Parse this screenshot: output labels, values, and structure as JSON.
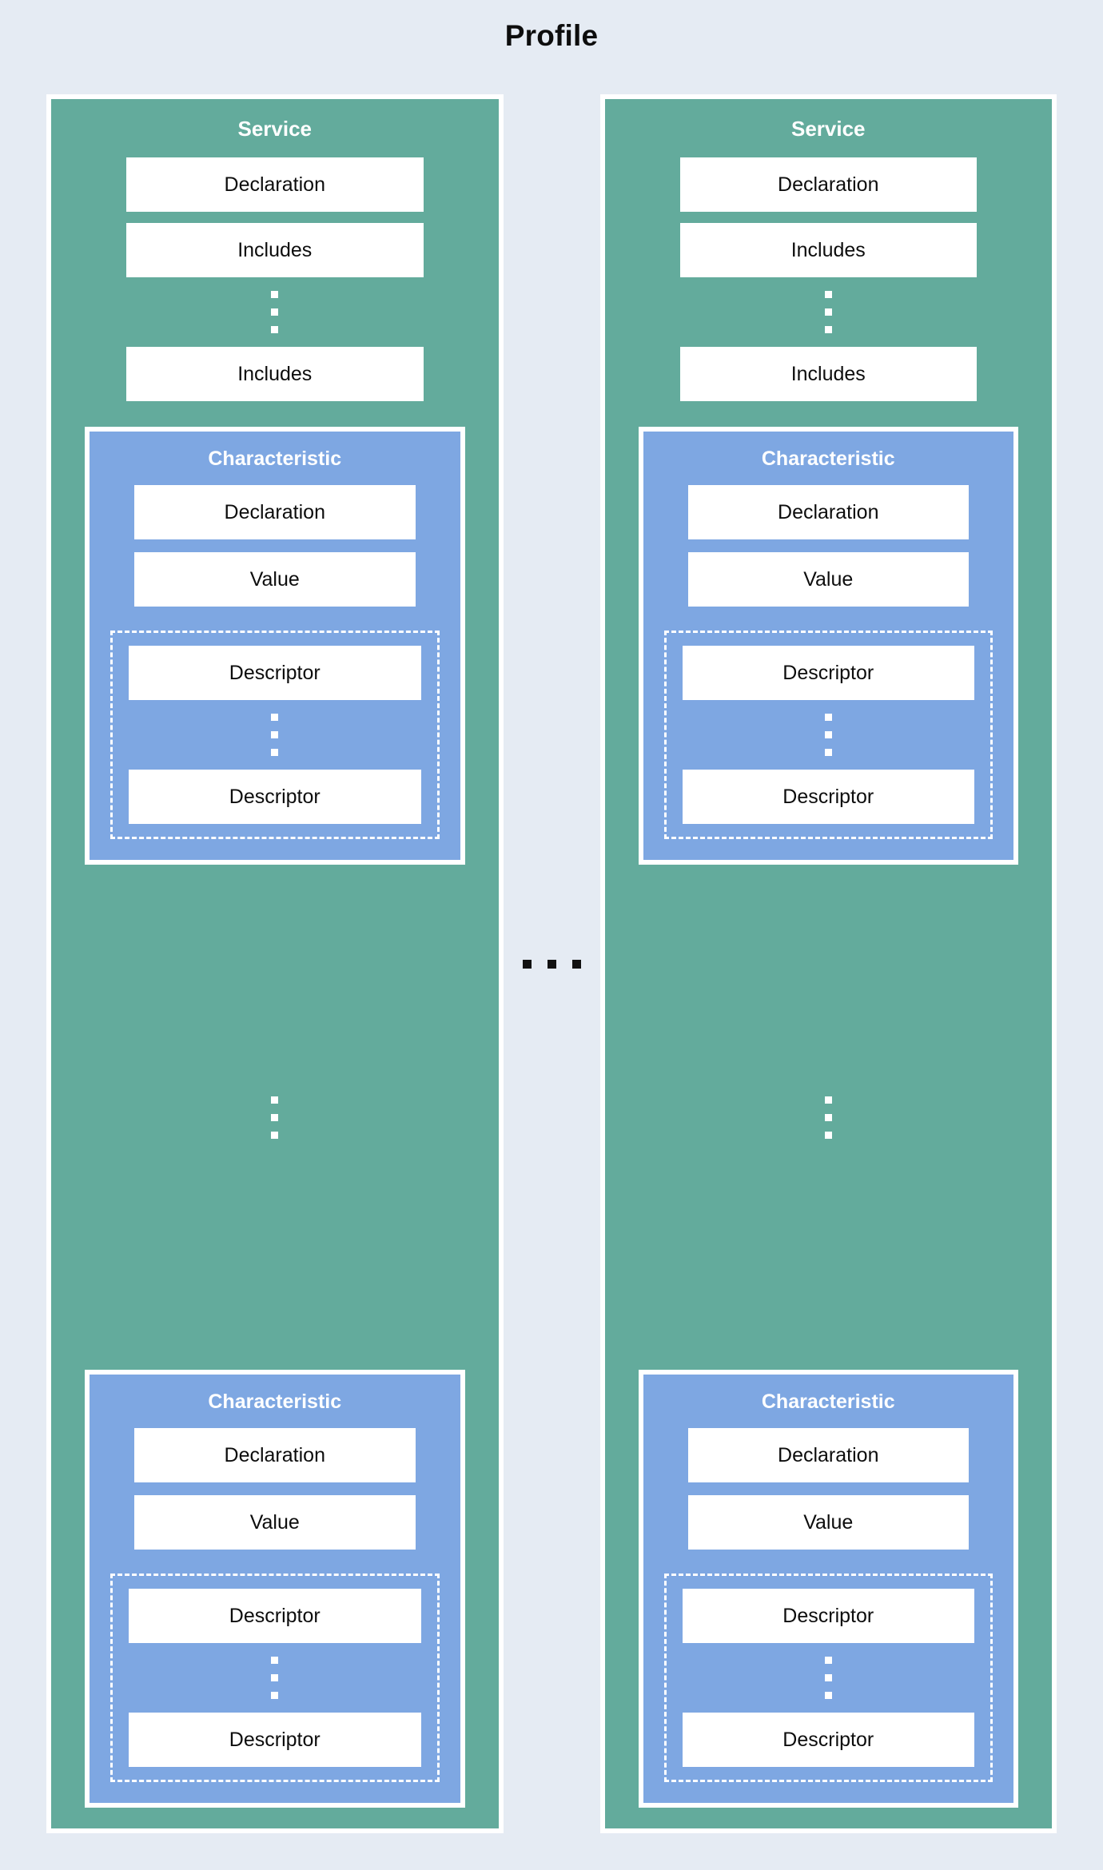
{
  "diagram": {
    "title": "Profile",
    "colors": {
      "background": "#e5ebf3",
      "service": "#63ab9c",
      "characteristic": "#7ea7e2",
      "box": "#ffffff",
      "text_dark": "#0d0d0d",
      "text_light": "#ffffff"
    },
    "between_services_ellipsis": "...",
    "services": [
      {
        "title": "Service",
        "rows": [
          {
            "label": "Declaration"
          },
          {
            "label": "Includes"
          }
        ],
        "includes_ellipsis": "⋮",
        "last_include": {
          "label": "Includes"
        },
        "characteristics_ellipsis": "⋮",
        "characteristics": [
          {
            "title": "Characteristic",
            "declaration": "Declaration",
            "value": "Value",
            "descriptors": {
              "first": "Descriptor",
              "ellipsis": "⋮",
              "last": "Descriptor"
            }
          },
          {
            "title": "Characteristic",
            "declaration": "Declaration",
            "value": "Value",
            "descriptors": {
              "first": "Descriptor",
              "ellipsis": "⋮",
              "last": "Descriptor"
            }
          }
        ]
      },
      {
        "title": "Service",
        "rows": [
          {
            "label": "Declaration"
          },
          {
            "label": "Includes"
          }
        ],
        "includes_ellipsis": "⋮",
        "last_include": {
          "label": "Includes"
        },
        "characteristics_ellipsis": "⋮",
        "characteristics": [
          {
            "title": "Characteristic",
            "declaration": "Declaration",
            "value": "Value",
            "descriptors": {
              "first": "Descriptor",
              "ellipsis": "⋮",
              "last": "Descriptor"
            }
          },
          {
            "title": "Characteristic",
            "declaration": "Declaration",
            "value": "Value",
            "descriptors": {
              "first": "Descriptor",
              "ellipsis": "⋮",
              "last": "Descriptor"
            }
          }
        ]
      }
    ]
  }
}
